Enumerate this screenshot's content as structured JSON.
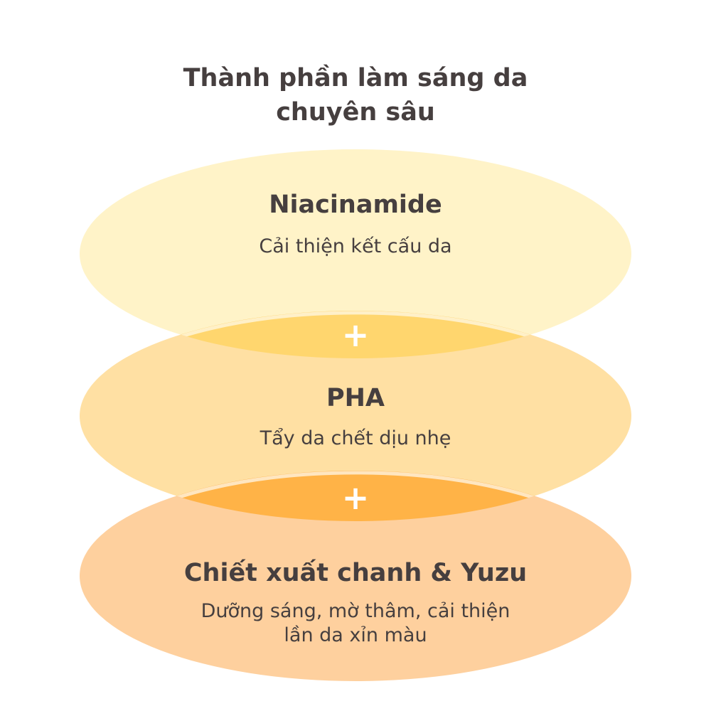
{
  "title": "Thành phần làm sáng da chuyên sâu",
  "ingredients": [
    {
      "name": "Niacinamide",
      "description": "Cải thiện kết cấu da",
      "color": "#FFF3C8"
    },
    {
      "name": "PHA",
      "description": "Tẩy da chết dịu nhẹ",
      "color": "#FFE0A3"
    },
    {
      "name": "Chiết xuất chanh & Yuzu",
      "description": "Dưỡng sáng, mờ thâm, cải thiện lần da xỉn màu",
      "color": "#FED09E"
    }
  ],
  "connector": "+",
  "overlap_colors": [
    "#FFD66E",
    "#FFB347"
  ]
}
